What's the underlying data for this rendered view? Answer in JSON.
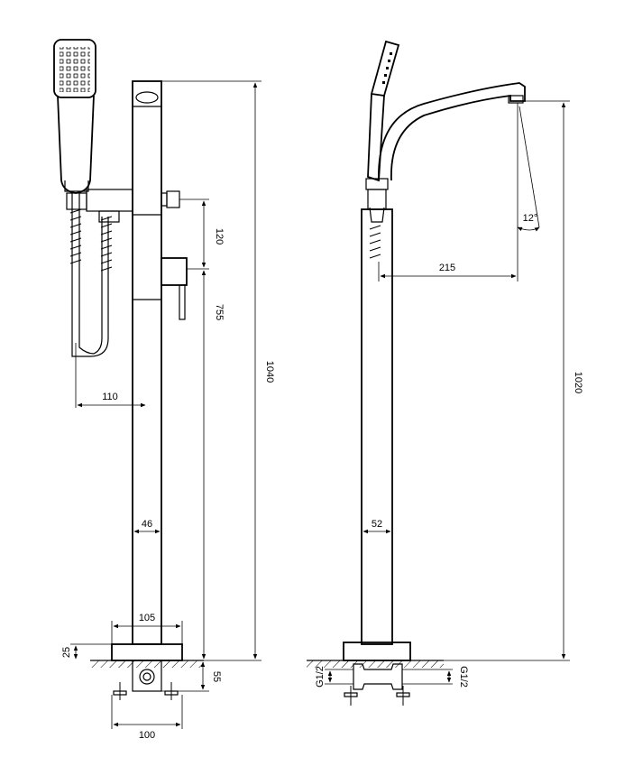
{
  "drawing": {
    "front_view": {
      "dim_1040": "1040",
      "dim_120": "120",
      "dim_755": "755",
      "dim_110": "110",
      "dim_46": "46",
      "dim_105": "105",
      "dim_25": "25",
      "dim_55": "55",
      "dim_100": "100"
    },
    "side_view": {
      "dim_1020": "1020",
      "dim_215": "215",
      "dim_angle": "12°",
      "dim_52": "52",
      "thread_left": "G1/2",
      "thread_right": "G1/2"
    }
  }
}
